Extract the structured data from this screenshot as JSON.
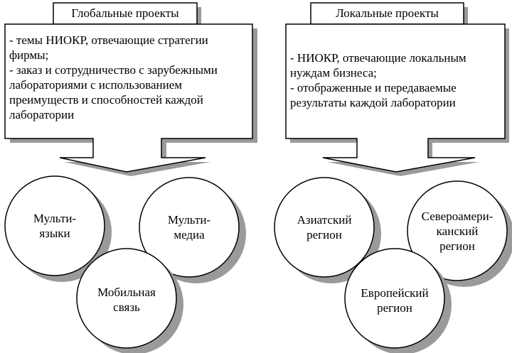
{
  "global": {
    "title": "Глобальные проекты",
    "items": [
      "- темы НИОКР, отвечающие стратегии",
      "фирмы;",
      "- заказ и сотрудничество с зарубежными",
      "лабораториями с использованием",
      "преимуществ и способностей каждой",
      "лаборатории"
    ],
    "circles": [
      {
        "lines": [
          "Мульти-",
          "языки"
        ]
      },
      {
        "lines": [
          "Мульти-",
          "медиа"
        ]
      },
      {
        "lines": [
          "Мобильная",
          "связь"
        ]
      }
    ]
  },
  "local": {
    "title": "Локальные проекты",
    "items": [
      "- НИОКР, отвечающие локальным",
      "нуждам бизнеса;",
      "- отображенные и передаваемые",
      "результаты каждой лаборатории"
    ],
    "circles": [
      {
        "lines": [
          "Азиатский",
          "регион"
        ]
      },
      {
        "lines": [
          "Североамери-",
          "канский",
          "регион"
        ]
      },
      {
        "lines": [
          "Европейский",
          "регион"
        ]
      }
    ]
  }
}
